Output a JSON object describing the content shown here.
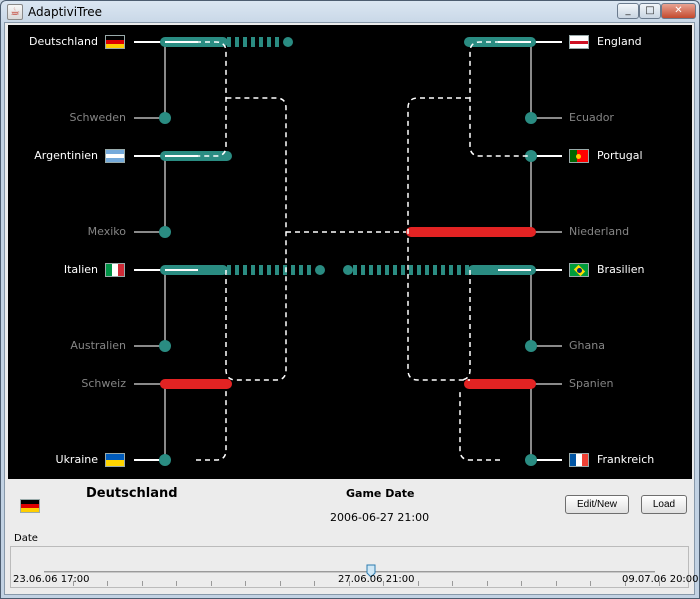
{
  "window": {
    "title": "AdaptiviTree",
    "minimize": "_",
    "maximize": "□",
    "close": "✕",
    "app_icon": "☕"
  },
  "bracket": {
    "left": [
      {
        "name": "Deutschland",
        "status": "active",
        "flag": "de"
      },
      {
        "name": "Schweden",
        "status": "out",
        "flag": ""
      },
      {
        "name": "Argentinien",
        "status": "active",
        "flag": "ar"
      },
      {
        "name": "Mexiko",
        "status": "out",
        "flag": ""
      },
      {
        "name": "Italien",
        "status": "active",
        "flag": "it"
      },
      {
        "name": "Australien",
        "status": "out",
        "flag": ""
      },
      {
        "name": "Schweiz",
        "status": "out",
        "flag": ""
      },
      {
        "name": "Ukraine",
        "status": "active",
        "flag": "ua"
      }
    ],
    "right": [
      {
        "name": "England",
        "status": "active",
        "flag": "en"
      },
      {
        "name": "Ecuador",
        "status": "out",
        "flag": ""
      },
      {
        "name": "Portugal",
        "status": "active",
        "flag": "pt"
      },
      {
        "name": "Niederland",
        "status": "out",
        "flag": ""
      },
      {
        "name": "Brasilien",
        "status": "active",
        "flag": "br"
      },
      {
        "name": "Ghana",
        "status": "out",
        "flag": ""
      },
      {
        "name": "Spanien",
        "status": "out",
        "flag": ""
      },
      {
        "name": "Frankreich",
        "status": "active",
        "flag": "fr"
      }
    ],
    "colors": {
      "teal": "#2a8c82",
      "red": "#e32323",
      "line": "#8a8a8a",
      "white": "#ffffff"
    }
  },
  "info": {
    "team": "Deutschland",
    "team_flag": "de",
    "label": "Game Date",
    "date": "2006-06-27 21:00",
    "edit_button": "Edit/New",
    "load_button": "Load"
  },
  "timeline": {
    "label": "Date",
    "start": "23.06.06 17:00",
    "current": "27.06.06 21:00",
    "end": "09.07.06 20:00",
    "position": 0.535
  }
}
